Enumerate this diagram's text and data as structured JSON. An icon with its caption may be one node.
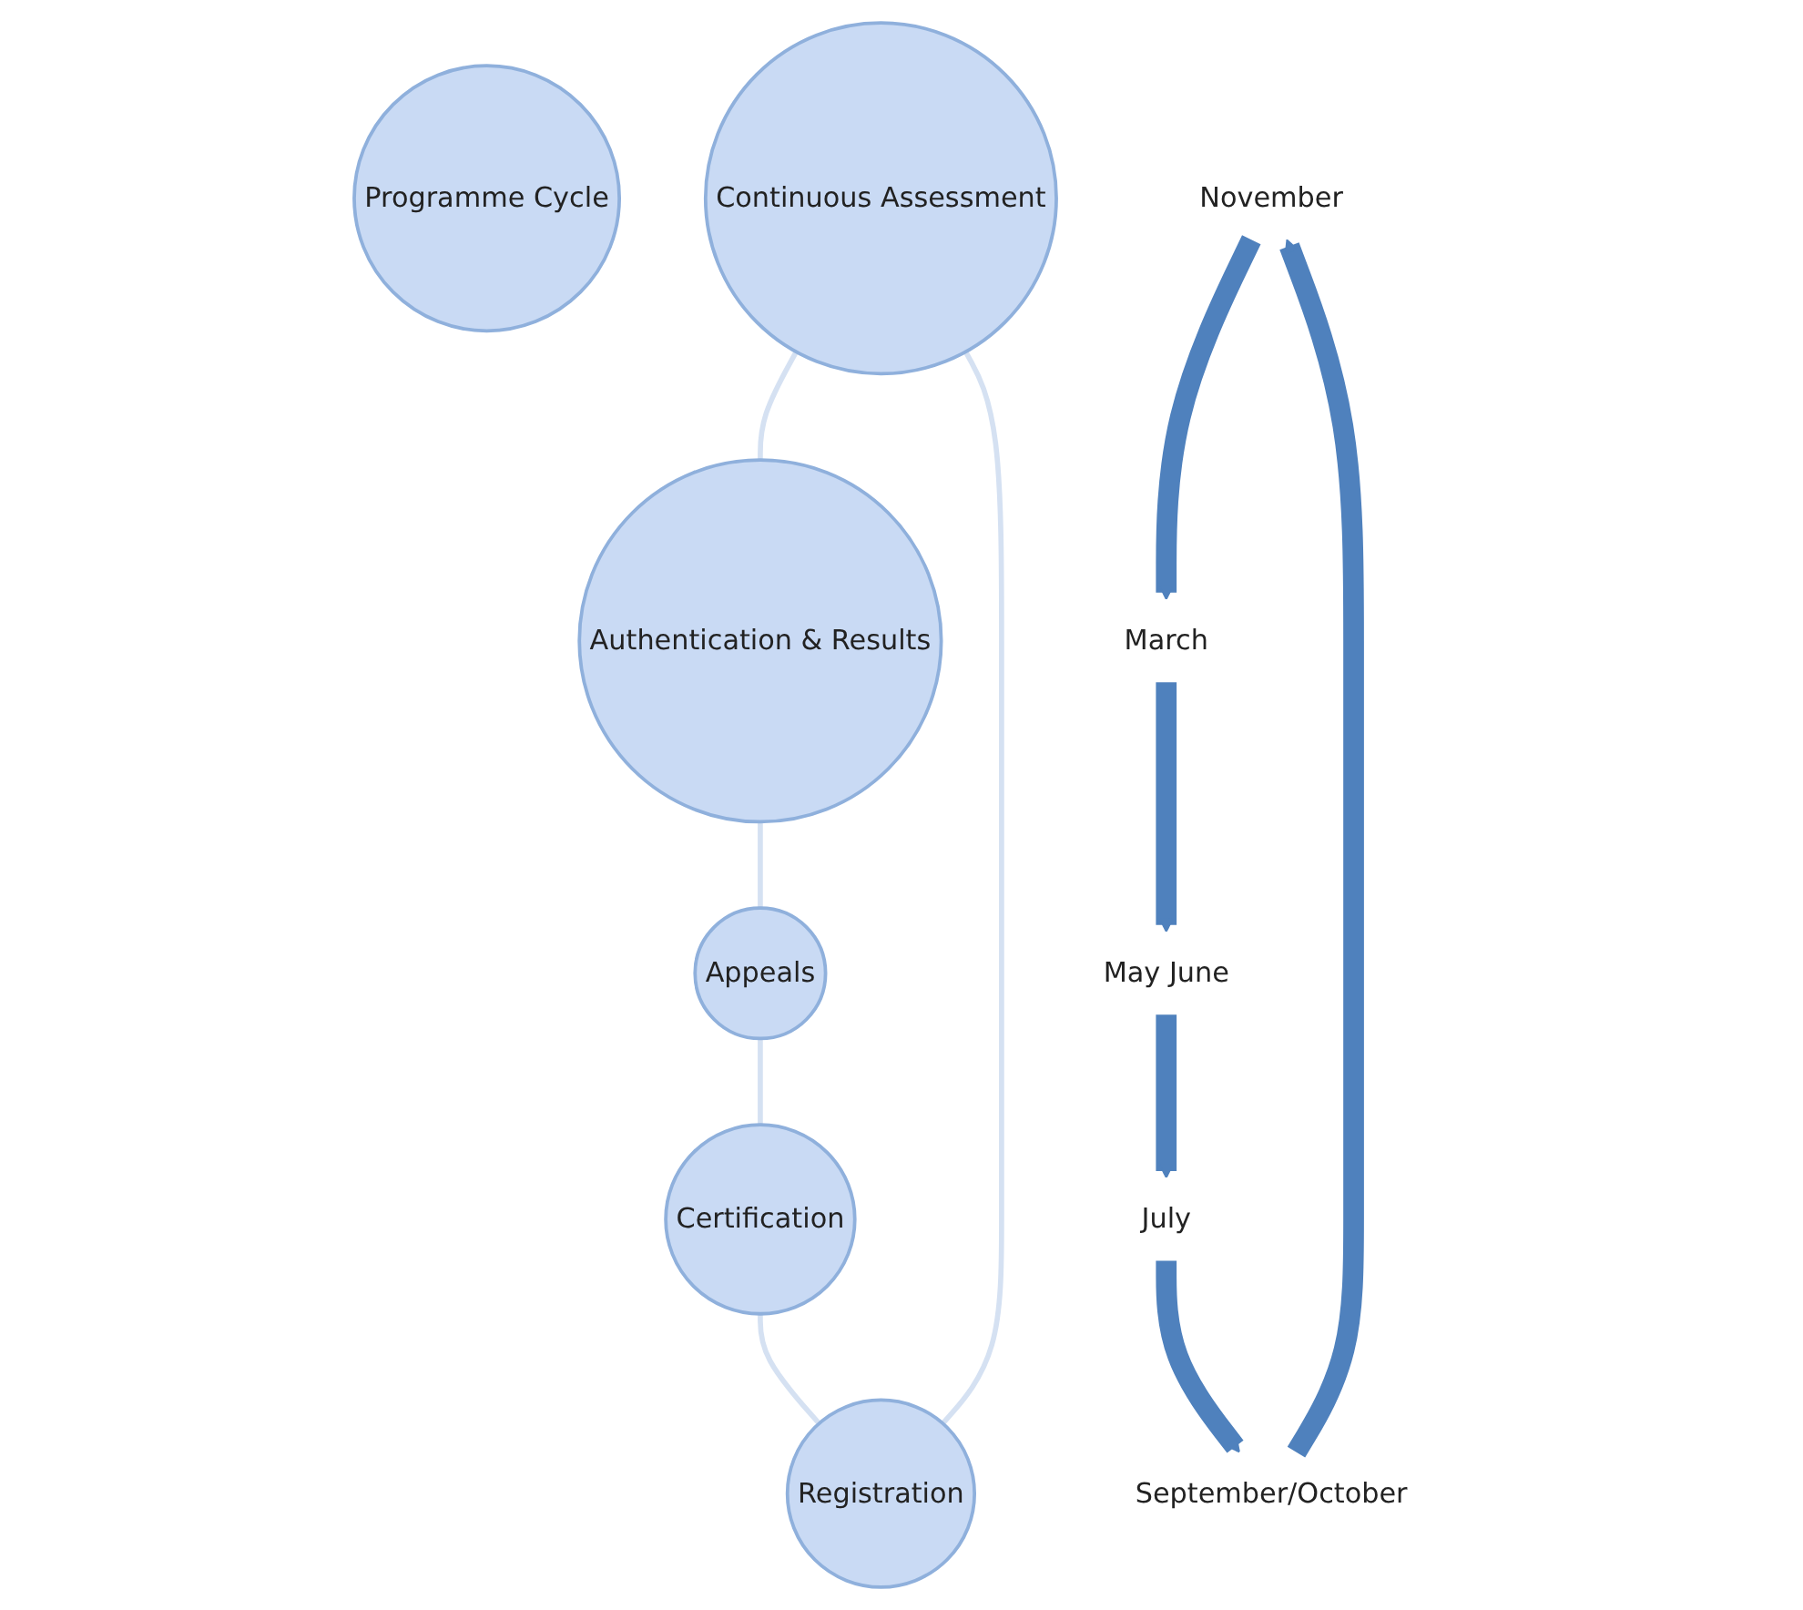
{
  "diagram": {
    "nodes": [
      {
        "text": [
          "Programme Cycle"
        ]
      },
      {
        "text": [
          "Continuous Assessment"
        ]
      },
      {
        "text": [
          "Authentication & Results"
        ]
      },
      {
        "text": [
          "Appeals"
        ]
      },
      {
        "text": [
          "Certification"
        ]
      },
      {
        "text": [
          "Registration"
        ]
      },
      {
        "text": [
          "November"
        ]
      },
      {
        "text": [
          "March"
        ]
      },
      {
        "text": [
          "May June"
        ]
      },
      {
        "text": [
          "July"
        ]
      },
      {
        "text": [
          "September/October"
        ]
      }
    ],
    "edges": [
      {
        "from": 1,
        "to": 2,
        "arrow": "none",
        "color": "#d5e1f2"
      },
      {
        "from": 2,
        "to": 3,
        "arrow": "none",
        "color": "#d5e1f2"
      },
      {
        "from": 3,
        "to": 4,
        "arrow": "none",
        "color": "#d5e1f2"
      },
      {
        "from": 4,
        "to": 5,
        "arrow": "none",
        "color": "#d5e1f2"
      },
      {
        "from": 5,
        "to": 1,
        "arrow": "none",
        "color": "#d5e1f2"
      },
      {
        "from": 6,
        "to": 7,
        "arrow": "to",
        "style": "thick",
        "color": "#4f81bd"
      },
      {
        "from": 7,
        "to": 8,
        "arrow": "to",
        "style": "thick",
        "color": "#4f81bd"
      },
      {
        "from": 8,
        "to": 9,
        "arrow": "to",
        "style": "thick",
        "color": "#4f81bd"
      },
      {
        "from": 9,
        "to": 10,
        "arrow": "to",
        "style": "thick",
        "color": "#4f81bd"
      },
      {
        "from": 10,
        "to": 6,
        "arrow": "to",
        "style": "thick",
        "color": "#4f81bd"
      }
    ]
  }
}
